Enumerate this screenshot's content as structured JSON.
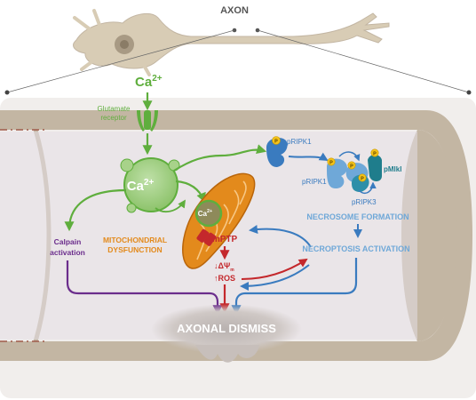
{
  "neuron": {
    "axon_label": "AXON"
  },
  "calcium": {
    "ion_main": "Ca",
    "ion_charge": "2+",
    "ion_mito": "Ca",
    "ion_mito_charge": "2+",
    "receptor_label_line1": "Glutamate",
    "receptor_label_line2": "receptor"
  },
  "pathways": {
    "calpain_line1": "Calpain",
    "calpain_line2": "activation",
    "mito_line1": "MITOCHONDRIAL",
    "mito_line2": "DYSFUNCTION",
    "mptp": "mPTP",
    "delta_psi": "↓ΔΨ",
    "delta_psi_sub": "m",
    "ros": "↑ROS",
    "p_badge": "P",
    "pripk1_top": "pRIPK1",
    "pripk1_left": "pRIPK1",
    "pmlkl": "pMlkl",
    "pripk3": "pRIPK3",
    "necrosome": "NECROSOME FORMATION",
    "necroptosis": "NECROPTOSIS ACTIVATION",
    "outcome": "AXONAL DISMISS"
  },
  "colors": {
    "background": "#ffffff",
    "axon_bg": "#f1eeec",
    "membrane": "#c3b6a3",
    "neuron_fill": "#d8ccb5",
    "calcium_green": "#5fae3d",
    "calpain_purple": "#6b2d8c",
    "mito_orange": "#e38a1c",
    "ros_red": "#c4282c",
    "necro_blue": "#3a7bbf",
    "ripk_teal": "#2d8fa8",
    "p_yellow": "#f4c218"
  }
}
